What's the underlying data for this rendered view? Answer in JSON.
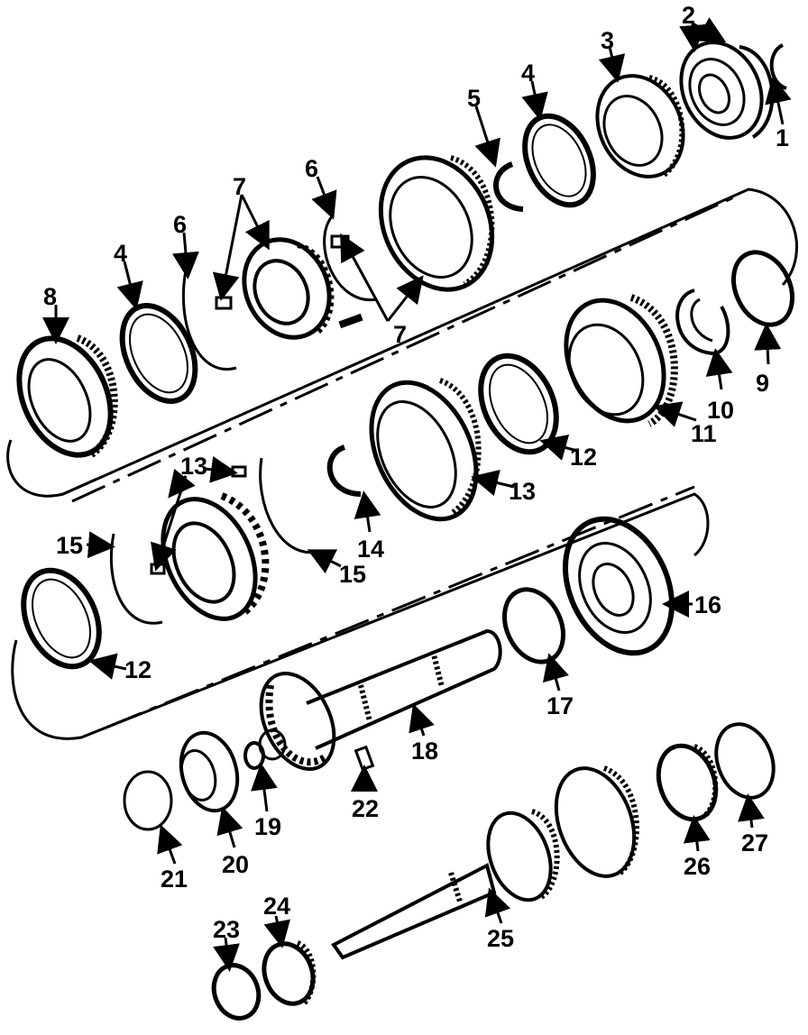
{
  "colors": {
    "ink": "#000000",
    "background": "#ffffff"
  },
  "callouts": [
    {
      "id": "1",
      "label": "1"
    },
    {
      "id": "2",
      "label": "2"
    },
    {
      "id": "3",
      "label": "3"
    },
    {
      "id": "4a",
      "label": "4"
    },
    {
      "id": "5",
      "label": "5"
    },
    {
      "id": "6a",
      "label": "6"
    },
    {
      "id": "7a",
      "label": "7"
    },
    {
      "id": "6b",
      "label": "6"
    },
    {
      "id": "4b",
      "label": "4"
    },
    {
      "id": "8",
      "label": "8"
    },
    {
      "id": "7b",
      "label": "7"
    },
    {
      "id": "9",
      "label": "9"
    },
    {
      "id": "10",
      "label": "10"
    },
    {
      "id": "11",
      "label": "11"
    },
    {
      "id": "12a",
      "label": "12"
    },
    {
      "id": "13a",
      "label": "13"
    },
    {
      "id": "13b",
      "label": "13"
    },
    {
      "id": "14",
      "label": "14"
    },
    {
      "id": "15a",
      "label": "15"
    },
    {
      "id": "15b",
      "label": "15"
    },
    {
      "id": "16",
      "label": "16"
    },
    {
      "id": "12b",
      "label": "12"
    },
    {
      "id": "17",
      "label": "17"
    },
    {
      "id": "18",
      "label": "18"
    },
    {
      "id": "19",
      "label": "19"
    },
    {
      "id": "20",
      "label": "20"
    },
    {
      "id": "21",
      "label": "21"
    },
    {
      "id": "22",
      "label": "22"
    },
    {
      "id": "23",
      "label": "23"
    },
    {
      "id": "24",
      "label": "24"
    },
    {
      "id": "25",
      "label": "25"
    },
    {
      "id": "26",
      "label": "26"
    },
    {
      "id": "27",
      "label": "27"
    }
  ]
}
